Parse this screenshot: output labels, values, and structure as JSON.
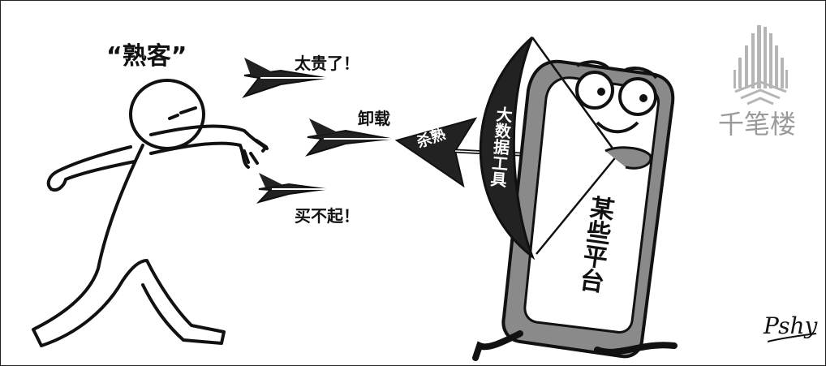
{
  "title_label": "“熟客”",
  "dart_labels": {
    "too_expensive": "太贵了！",
    "uninstall": "卸载",
    "cannot_afford": "买不起！"
  },
  "arrow_label": "杀熟",
  "bow_label": "大数据工具",
  "phone_label": "某些平台",
  "logo": {
    "text": "千笔楼"
  },
  "signature": "Pshy",
  "colors": {
    "ink": "#111111",
    "phone_gray": "#8a8a8a",
    "logo_gray": "#9a9a9a"
  }
}
